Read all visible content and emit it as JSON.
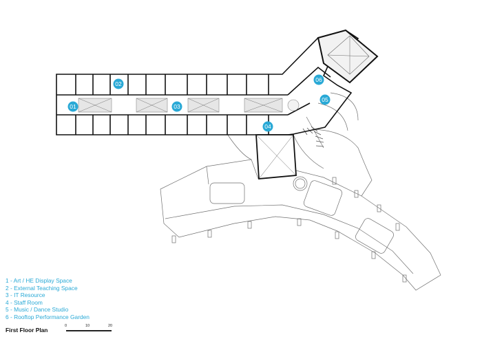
{
  "markers": [
    {
      "id": "01",
      "label": "01"
    },
    {
      "id": "02",
      "label": "02"
    },
    {
      "id": "03",
      "label": "03"
    },
    {
      "id": "04",
      "label": "04"
    },
    {
      "id": "05",
      "label": "05"
    },
    {
      "id": "06",
      "label": "06"
    }
  ],
  "legend": [
    "1 - Art / HE Display Space",
    "2 - External Teaching Space",
    "3 - IT Resource",
    "4 - Staff Room",
    "5 - Music / Dance Studio",
    "6 - Rooftop Performance Garden"
  ],
  "title": "First Floor Plan",
  "scale": {
    "labels": [
      "0",
      "10",
      "20"
    ]
  },
  "colors": {
    "accent": "#29a9d6",
    "wall": "#111111",
    "line": "#555555"
  }
}
